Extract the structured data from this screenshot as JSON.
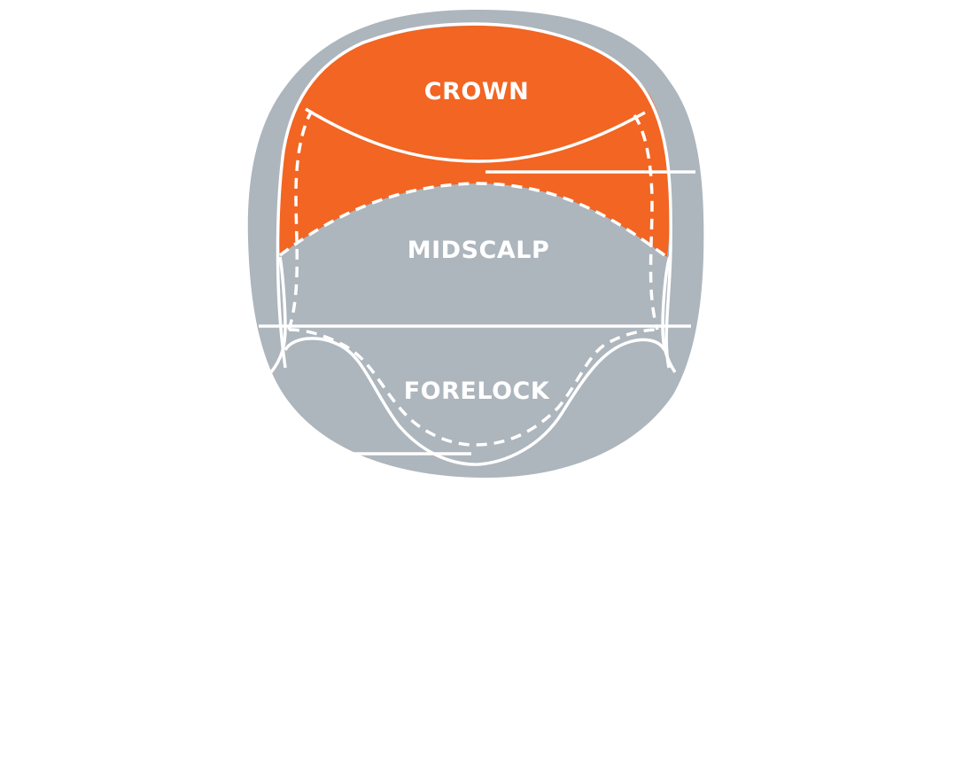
{
  "diagram": {
    "zones": {
      "crown": {
        "label": "CROWN"
      },
      "midscalp": {
        "label": "MIDSCALP"
      },
      "forelock": {
        "label": "FORELOCK"
      }
    },
    "colors": {
      "highlight": "#F26522",
      "scalp": "#ADB5BD",
      "line": "#FFFFFF",
      "background": "#FFFFFF"
    }
  }
}
